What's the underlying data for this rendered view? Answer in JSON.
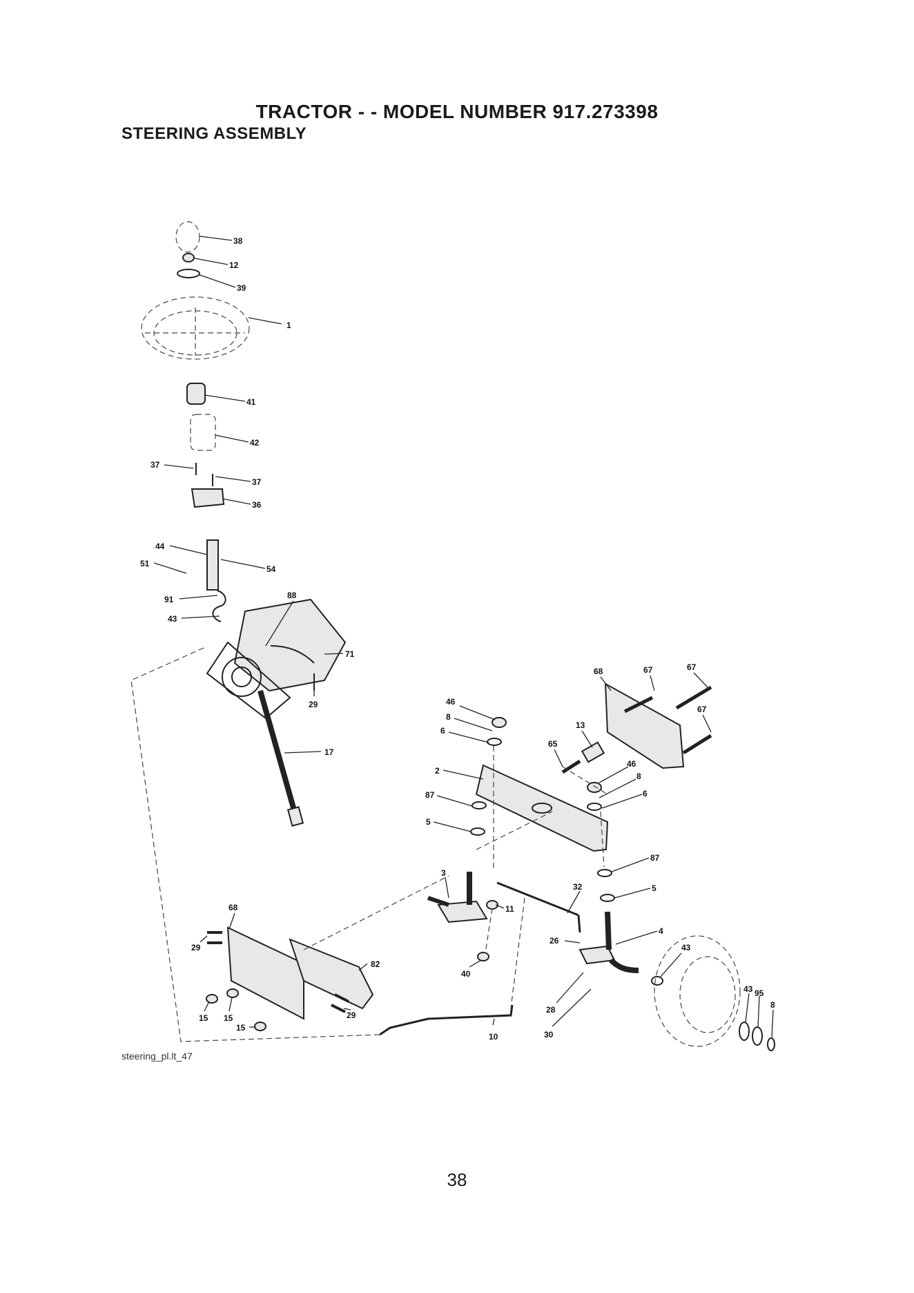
{
  "header": {
    "title": "TRACTOR - - MODEL NUMBER 917.273398",
    "subtitle": "STEERING ASSEMBLY"
  },
  "diagram": {
    "callouts": [
      "38",
      "12",
      "39",
      "1",
      "41",
      "42",
      "37",
      "37",
      "36",
      "44",
      "51",
      "54",
      "91",
      "88",
      "43",
      "71",
      "29",
      "17",
      "46",
      "8",
      "6",
      "68",
      "67",
      "67",
      "67",
      "13",
      "65",
      "2",
      "46",
      "8",
      "6",
      "87",
      "5",
      "87",
      "5",
      "3",
      "32",
      "11",
      "4",
      "26",
      "43",
      "43",
      "95",
      "8",
      "40",
      "28",
      "30",
      "10",
      "68",
      "29",
      "82",
      "15",
      "15",
      "15",
      "29"
    ]
  },
  "footer": {
    "figure_id": "steering_pl.lt_47",
    "page_number": "38"
  }
}
